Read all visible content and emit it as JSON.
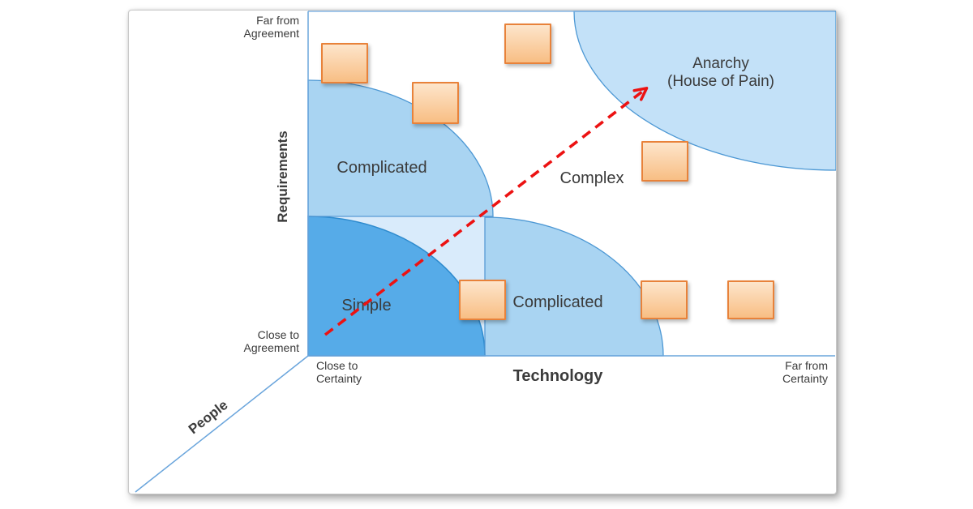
{
  "colors": {
    "text": "#3b3b3b",
    "line_blue": "#5b9bd5",
    "axis_blue": "#6aa5dc",
    "simple_fill": "#56abe8",
    "simple_stroke": "#2e8bce",
    "complicated_fill": "#a9d4f2",
    "complicated_stroke": "#4d98d4",
    "anarchy_fill": "#c3e1f8",
    "quadrant_fill": "#d9ebfb",
    "note_border": "#e8823a",
    "note_fill_top": "#fde5cb",
    "note_fill_bottom": "#f8be84",
    "arrow_red": "#ec1212"
  },
  "axes": {
    "requirements": {
      "label": "Requirements",
      "far_line1": "Far from",
      "far_line2": "Agreement",
      "close_line1": "Close to",
      "close_line2": "Agreement"
    },
    "technology": {
      "label": "Technology",
      "close_line1": "Close to",
      "close_line2": "Certainty",
      "far_line1": "Far from",
      "far_line2": "Certainty"
    },
    "people": {
      "label": "People"
    }
  },
  "regions": {
    "simple": "Simple",
    "complicated_upper": "Complicated",
    "complicated_lower": "Complicated",
    "complex": "Complex",
    "anarchy_line1": "Anarchy",
    "anarchy_line2": "(House of Pain)"
  },
  "sticky_notes": {
    "count": 7
  }
}
